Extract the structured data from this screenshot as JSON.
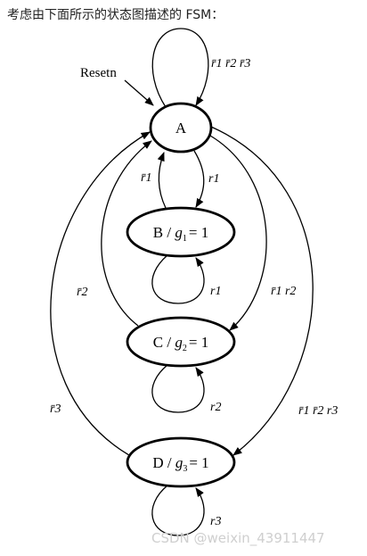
{
  "heading": "考虑由下面所示的状态图描述的 FSM：",
  "reset_label": "Resetn",
  "states": {
    "a": {
      "name": "A"
    },
    "b": {
      "name": "B",
      "output": "g",
      "sub": "1",
      "eq": "= 1"
    },
    "c": {
      "name": "C",
      "output": "g",
      "sub": "2",
      "eq": "= 1"
    },
    "d": {
      "name": "D",
      "output": "g",
      "sub": "3",
      "eq": "= 1"
    }
  },
  "transitions": {
    "a_self": "r̄1 r̄2 r̄3",
    "a_to_b": "r1",
    "b_to_a": "r̄1",
    "b_self": "r1",
    "c_to_a": "r̄2",
    "a_to_c": "r̄1 r2",
    "c_self": "r2",
    "d_to_a": "r̄3",
    "a_to_d": "r̄1 r̄2 r3",
    "d_self": "r3"
  },
  "watermark": "CSDN @weixin_43911447"
}
